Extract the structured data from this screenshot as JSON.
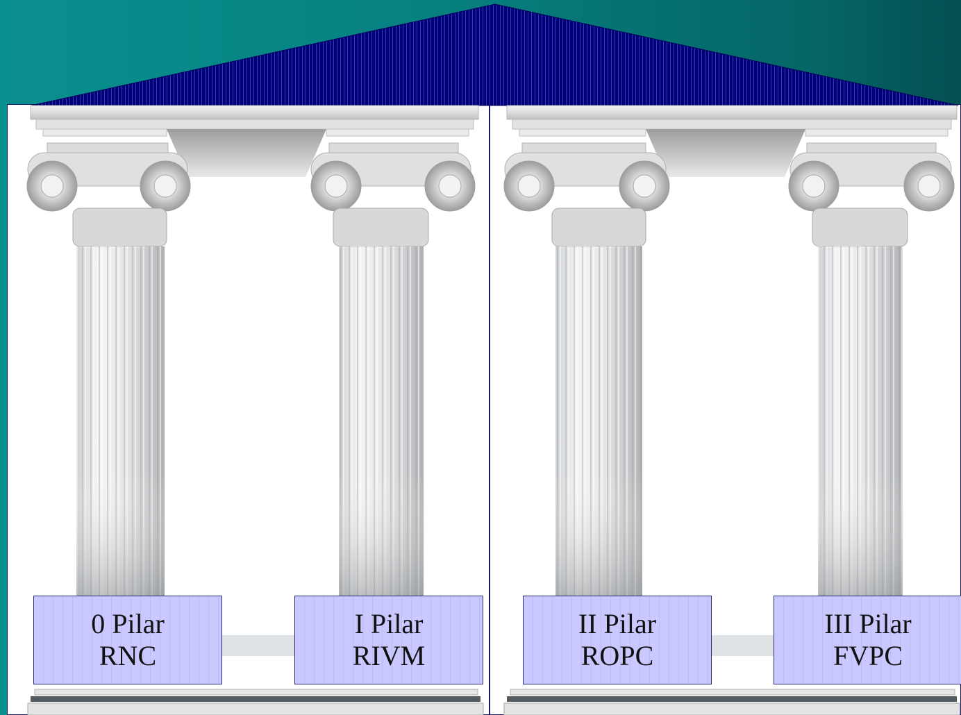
{
  "roof": {
    "color": "#000080"
  },
  "background": {
    "gradient_start": "#0a8f8f",
    "gradient_end": "#044f52"
  },
  "pillars": [
    {
      "line1": "0 Pilar",
      "line2": "RNC"
    },
    {
      "line1": "I Pilar",
      "line2": "RIVM"
    },
    {
      "line1": "II Pilar",
      "line2": "ROPC"
    },
    {
      "line1": "III Pilar",
      "line2": "FVPC"
    }
  ]
}
